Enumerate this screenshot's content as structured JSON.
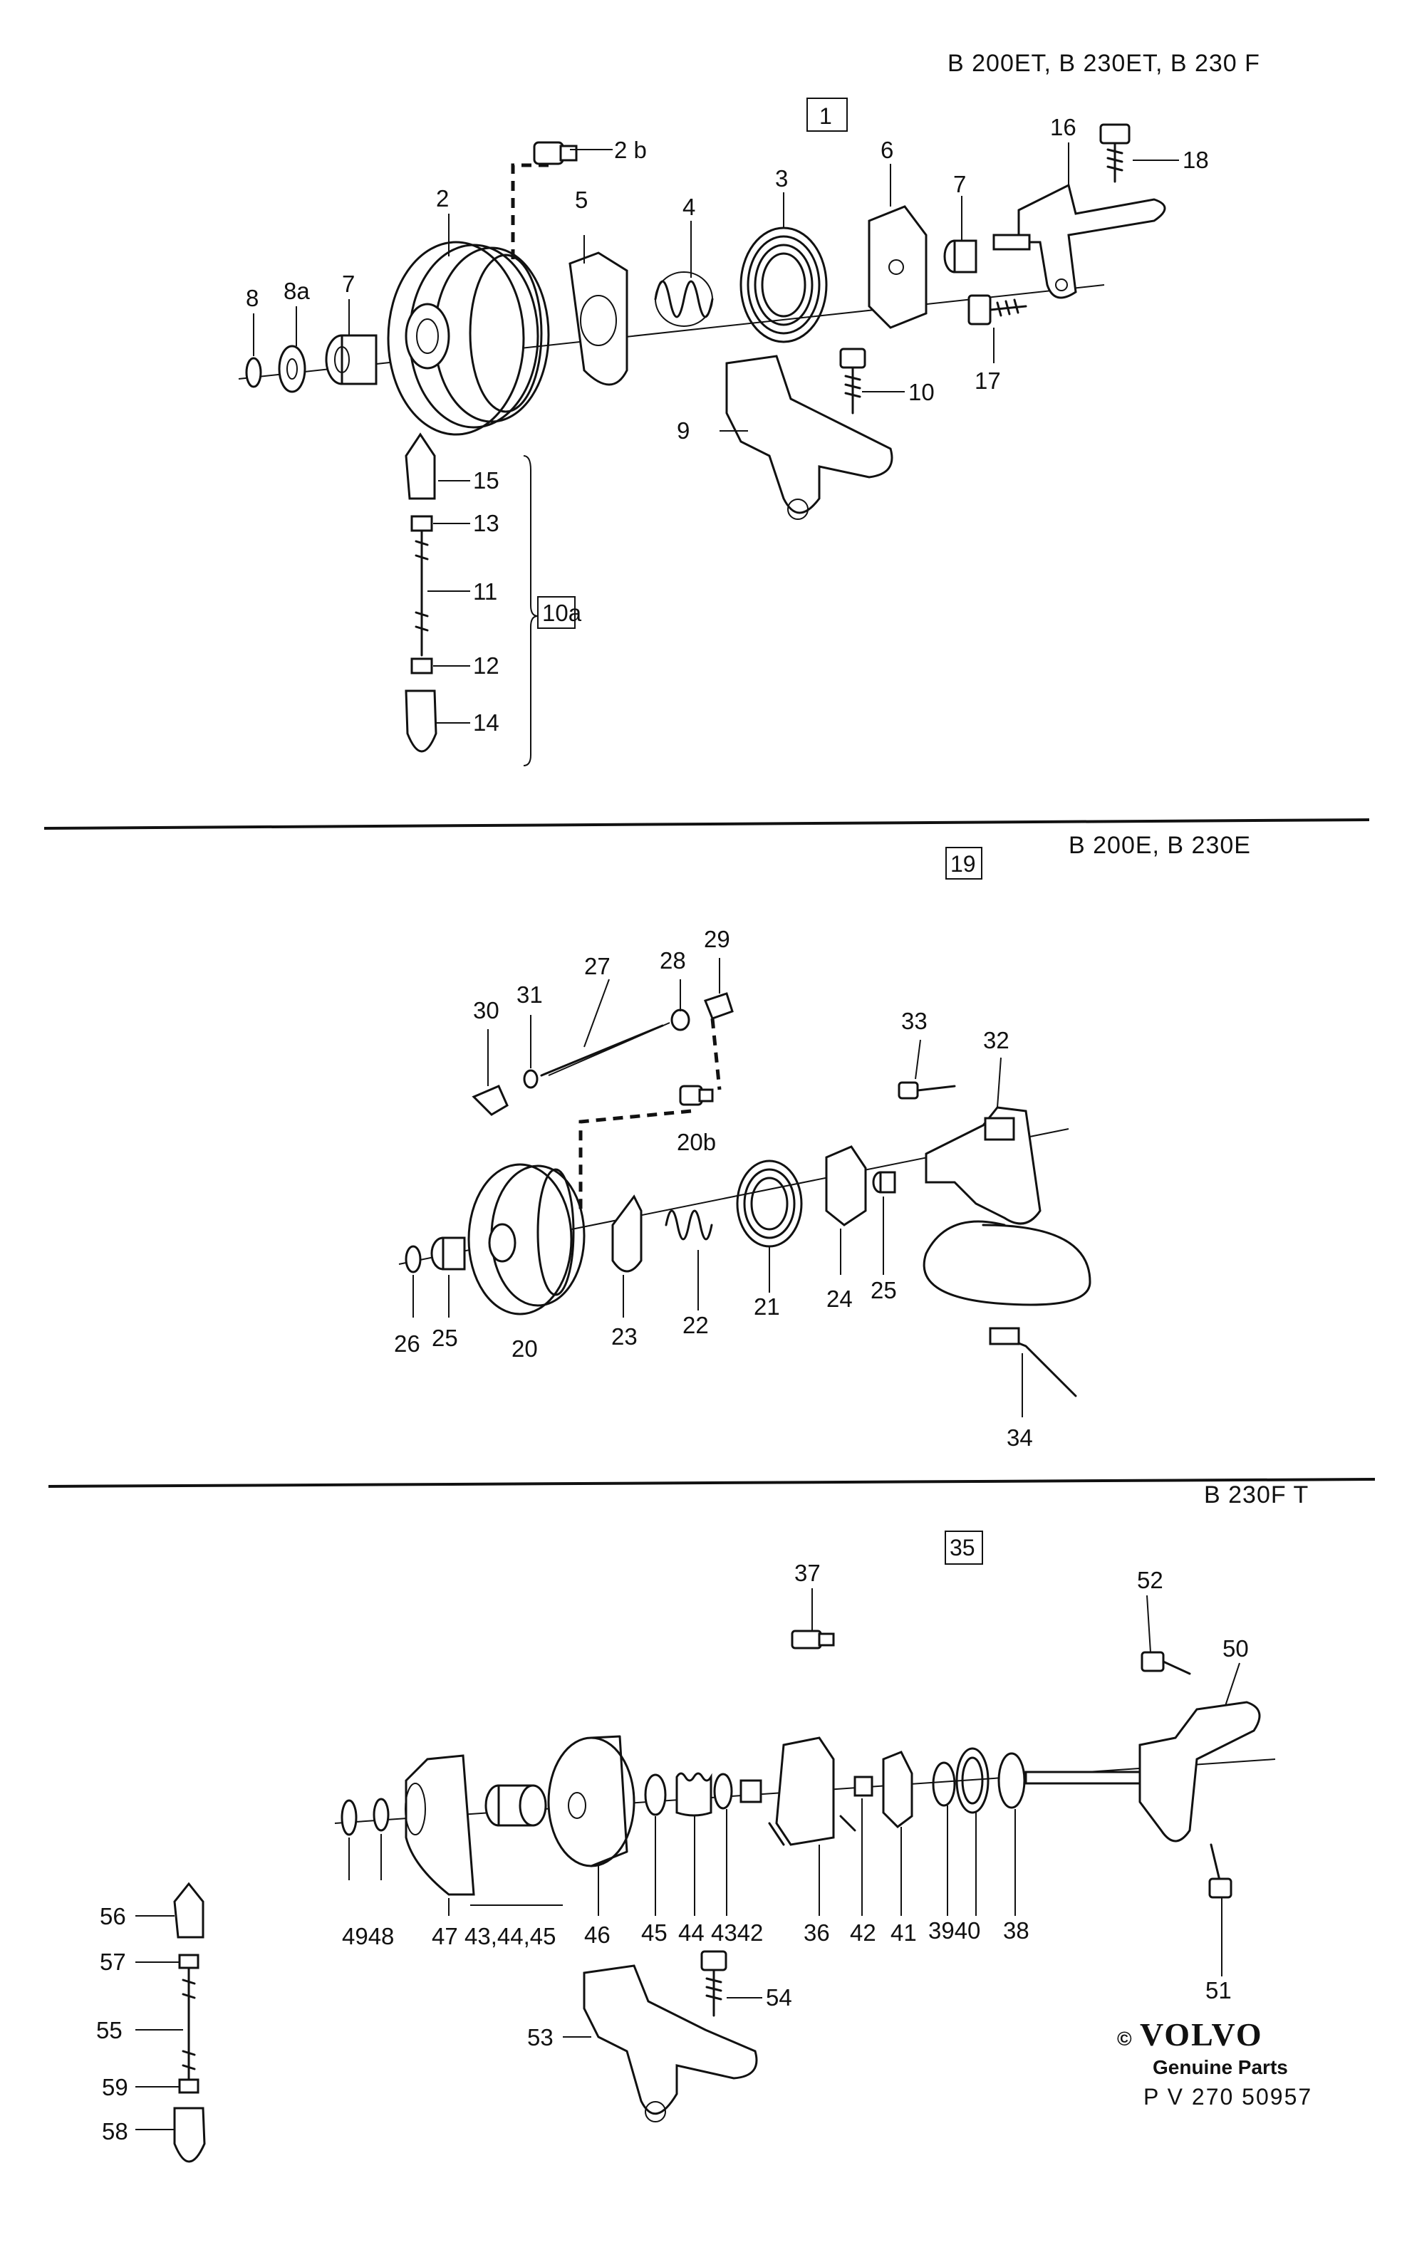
{
  "sections": [
    {
      "engines": "B 200ET, B 230ET, B 230 F",
      "group_ref": "1",
      "labels": {
        "p2b": "2 b",
        "p2": "2",
        "p5": "5",
        "p4": "4",
        "p3": "3",
        "p6": "6",
        "p7a": "7",
        "p16": "16",
        "p18": "18",
        "p8": "8",
        "p8a": "8a",
        "p7b": "7",
        "p10": "10",
        "p9": "9",
        "p17": "17",
        "p15": "15",
        "p13": "13",
        "p11": "11",
        "p10a": "10a",
        "p12": "12",
        "p14": "14"
      }
    },
    {
      "engines": "B 200E, B 230E",
      "group_ref": "19",
      "labels": {
        "p29": "29",
        "p28": "28",
        "p27": "27",
        "p31": "31",
        "p30": "30",
        "p33": "33",
        "p32": "32",
        "p20b": "20b",
        "p26": "26",
        "p25a": "25",
        "p20": "20",
        "p23": "23",
        "p22": "22",
        "p21": "21",
        "p24": "24",
        "p25b": "25",
        "p34": "34"
      }
    },
    {
      "engines": "B 230F T",
      "group_ref": "35",
      "labels": {
        "p37": "37",
        "p52": "52",
        "p50": "50",
        "p4948": "4948",
        "p47": "47",
        "p434445": "43,44,45",
        "p46": "46",
        "p45": "45",
        "p44": "44",
        "p4342": "4342",
        "p36": "36",
        "p42": "42",
        "p41": "41",
        "p3940": "3940",
        "p38": "38",
        "p51": "51",
        "p56": "56",
        "p57": "57",
        "p55": "55",
        "p59": "59",
        "p58": "58",
        "p54": "54",
        "p53": "53"
      }
    }
  ],
  "footer": {
    "copyright_symbol": "©",
    "brand": "VOLVO",
    "tagline": "Genuine Parts",
    "part_number": "P V 270 50957"
  }
}
